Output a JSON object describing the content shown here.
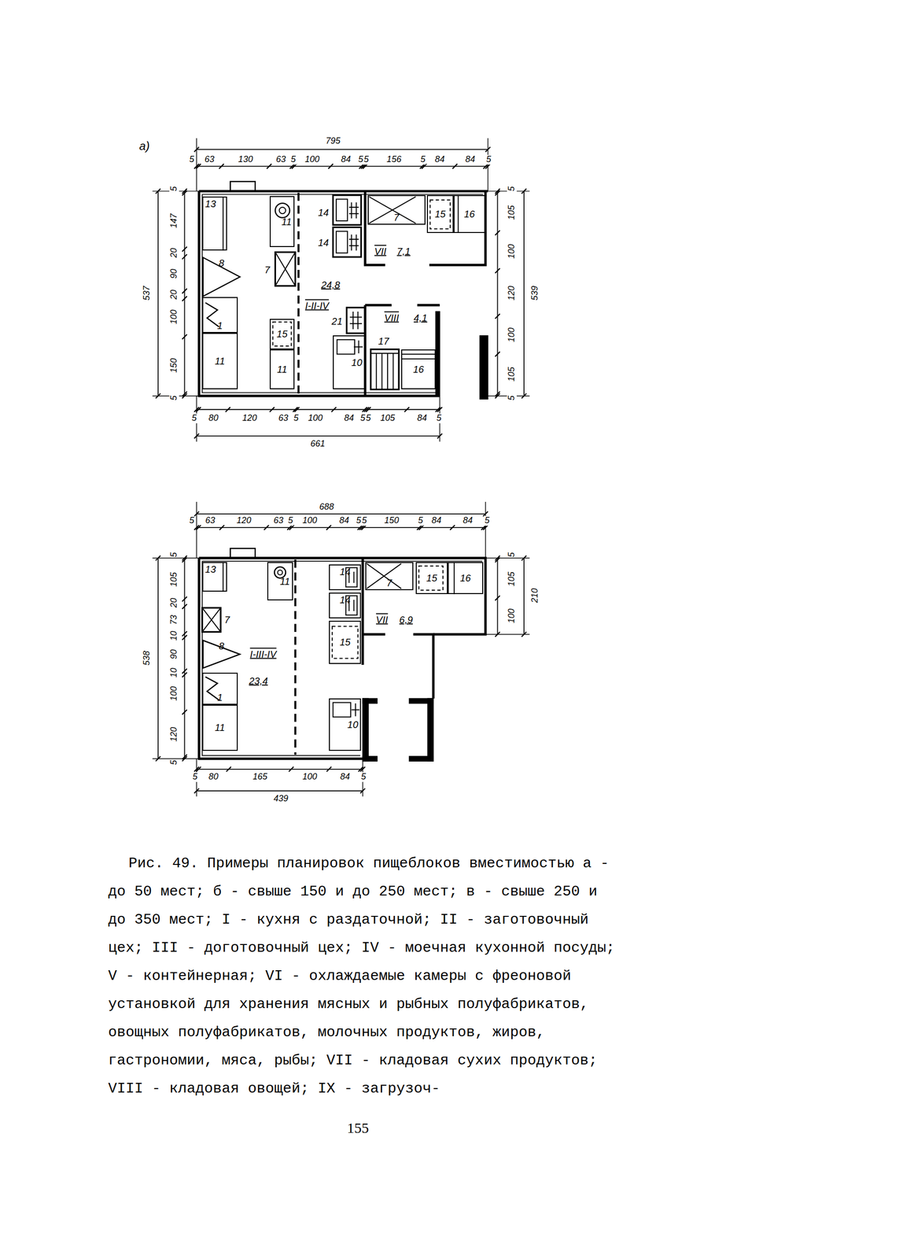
{
  "diagram": {
    "caption": "Рис. 49. Примеры планировок пищеблоков вместимостью а - до 50 мест; б - свыше 150 и до 250 мест; в - свыше 250 и до 350 мест; I - кухня с раздаточной; II - заготовочный цех; III - доготовочный цех; IV - моечная кухонной посуды; V - контейнерная; VI - охлаждаемые камеры с фреоновой установкой для хранения мясных и рыбных полуфабрикатов, овощных полуфабрикатов, молочных продуктов, жиров, гастрономии, мяса, рыбы; VII - кладовая сухих продуктов; VIII - кладовая овощей; IX - загрузоч-",
    "nodes": [
      {
        "text": [
          "13"
        ]
      },
      {
        "text": [
          "11"
        ]
      },
      {
        "text": [
          "8"
        ]
      },
      {
        "text": [
          "1"
        ]
      },
      {
        "text": [
          "11"
        ]
      },
      {
        "text": [
          "15"
        ]
      },
      {
        "text": [
          "11"
        ]
      },
      {
        "text": [
          "10"
        ]
      },
      {
        "text": [
          "7"
        ]
      },
      {
        "text": [
          "15"
        ]
      },
      {
        "text": [
          "16"
        ]
      },
      {
        "text": [
          "16"
        ]
      },
      {
        "text": [
          "13"
        ]
      },
      {
        "text": [
          "11"
        ]
      },
      {
        "text": [
          "8"
        ]
      },
      {
        "text": [
          "1"
        ]
      },
      {
        "text": [
          "11"
        ]
      },
      {
        "text": [
          "14"
        ]
      },
      {
        "text": [
          "14"
        ]
      },
      {
        "text": [
          "15"
        ]
      },
      {
        "text": [
          "10"
        ]
      },
      {
        "text": [
          "7"
        ]
      },
      {
        "text": [
          "15"
        ]
      },
      {
        "text": [
          "16"
        ]
      }
    ],
    "labels": [
      "а)",
      "795",
      "5",
      "63",
      "130",
      "63",
      "5",
      "100",
      "84",
      "5",
      "5",
      "156",
      "5",
      "84",
      "84",
      "5",
      "5",
      "80",
      "120",
      "63",
      "5",
      "100",
      "84",
      "5",
      "5",
      "105",
      "84",
      "5",
      "661",
      "537",
      "5",
      "147",
      "20",
      "90",
      "20",
      "100",
      "150",
      "5",
      "539",
      "5",
      "105",
      "100",
      "120",
      "100",
      "105",
      "5",
      "24,8",
      "I-II-IV",
      "VII",
      "7,1",
      "VIII",
      "4,1",
      "14",
      "14",
      "7",
      "21",
      "17",
      "688",
      "5",
      "63",
      "120",
      "63",
      "5",
      "100",
      "84",
      "5",
      "5",
      "150",
      "5",
      "84",
      "84",
      "5",
      "5",
      "80",
      "165",
      "100",
      "84",
      "5",
      "439",
      "538",
      "5",
      "105",
      "20",
      "73",
      "10",
      "90",
      "10",
      "100",
      "120",
      "5",
      "210",
      "5",
      "105",
      "100",
      "I-III-IV",
      "23,4",
      "VII",
      "6,9",
      "7",
      "155"
    ]
  }
}
